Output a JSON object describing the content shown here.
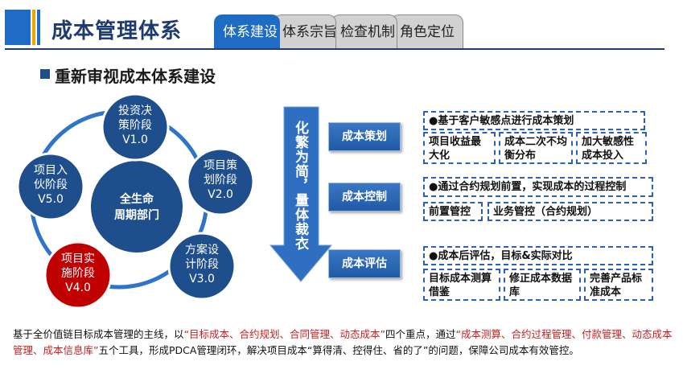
{
  "header": {
    "title": "成本管理体系",
    "tabs": [
      {
        "label": "体系建设"
      },
      {
        "label": "体系宗旨"
      },
      {
        "label": "检查机制"
      },
      {
        "label": "角色定位"
      }
    ]
  },
  "section": {
    "title": "重新审视成本体系建设"
  },
  "cycle": {
    "center": [
      "全生命",
      "周期部门"
    ],
    "stages": [
      {
        "lines": [
          "投资决",
          "策阶段"
        ],
        "version": "V1.0"
      },
      {
        "lines": [
          "项目策",
          "划阶段"
        ],
        "version": "V2.0"
      },
      {
        "lines": [
          "方案设",
          "计阶段"
        ],
        "version": "V3.0"
      },
      {
        "lines": [
          "项目实",
          "施阶段"
        ],
        "version": "V4.0"
      },
      {
        "lines": [
          "项目入",
          "伙阶段"
        ],
        "version": "V5.0"
      }
    ],
    "colors": {
      "stage": "#1f4e8c",
      "highlight": "#c00000",
      "center": "#1f4e8c",
      "ring": "#2e74c8"
    }
  },
  "arrow": {
    "text": "化繁为简，量体裁衣"
  },
  "steps": [
    {
      "label": "成本策划",
      "headline": "●基于客户敏感点进行成本策划",
      "items": [
        "项目收益最大化",
        "成本二次不均衡分布",
        "加大敏感性成本投入"
      ]
    },
    {
      "label": "成本控制",
      "headline": "●通过合约规划前置，实现成本的过程控制",
      "items": [
        "前置管控",
        "业务管控（合约规划）"
      ]
    },
    {
      "label": "成本评估",
      "headline": "●成本后评估，目标&实际对比",
      "items": [
        "目标成本测算借鉴",
        "修正成本数据库",
        "完善产品标准成本"
      ]
    }
  ],
  "footer": {
    "p1": "基于全价值链目标成本管理的主线，以",
    "r1": "“目标成本、合约规划、合同管理、动态成本”",
    "p2": "四个重点，通过",
    "r2": "“成本测算、合约过程管理、付款管理、动态成本管理、成本信息库”",
    "p3": "五个工具，形成PDCA管理闭环，解决项目成本“算得清、控得住、省的了”的问题，保障公司成本有效管控。"
  }
}
